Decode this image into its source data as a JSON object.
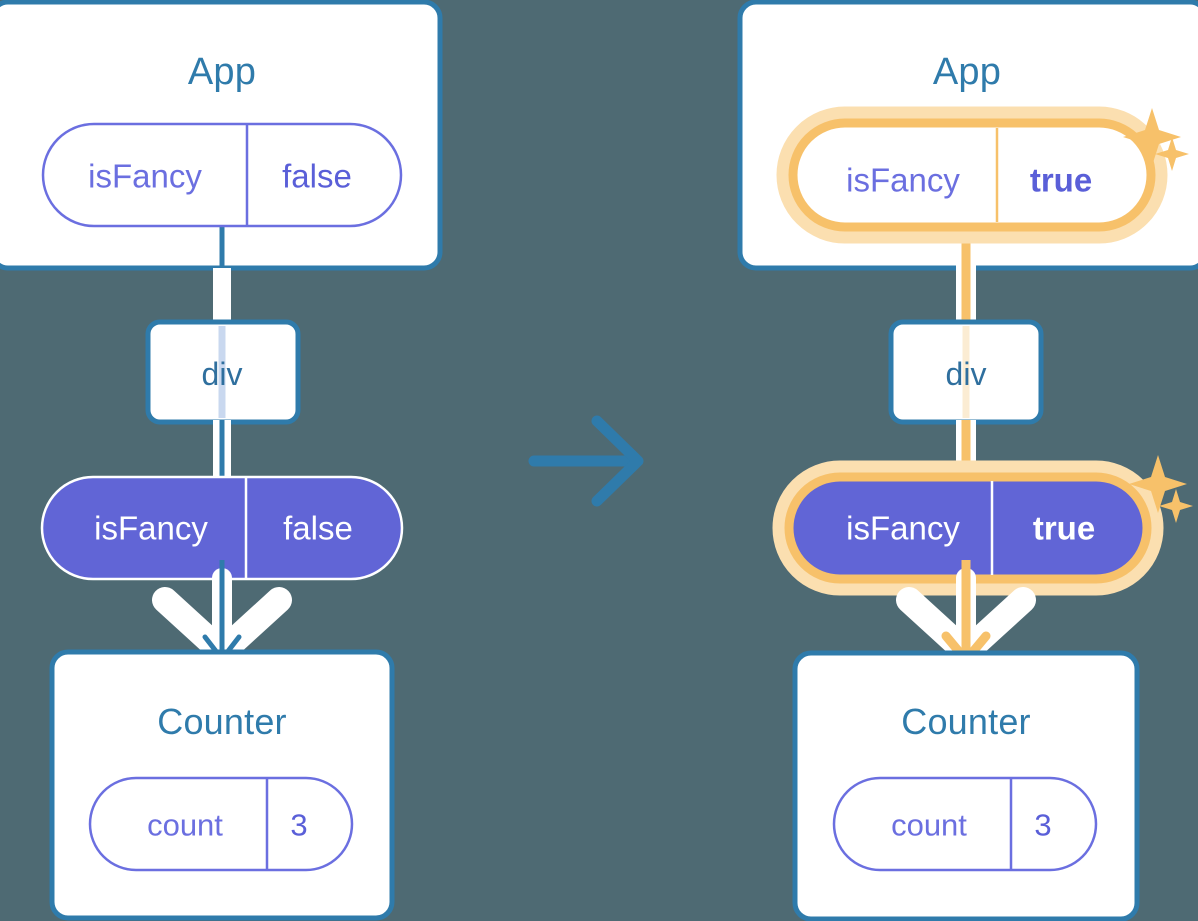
{
  "meta": {
    "background_color": "#4e6a73",
    "accent_blue": "#2f7bab",
    "purple": "#6165d6",
    "purple_text": "#6b6fe0",
    "highlight_orange": "#f7c16a",
    "highlight_orange_soft": "#fbdfb0",
    "white": "#ffffff"
  },
  "transition_arrow": {
    "icon": "arrow-right-icon",
    "color": "#2f7bab"
  },
  "panels": [
    {
      "id": "before",
      "app": {
        "title": "App",
        "state_pill": {
          "key": "isFancy",
          "value": "false",
          "style": "outline",
          "highlighted": false,
          "value_bold": false
        }
      },
      "div_node": {
        "label": "div"
      },
      "prop_pill": {
        "key": "isFancy",
        "value": "false",
        "style": "filled",
        "highlighted": false,
        "value_bold": false
      },
      "counter": {
        "title": "Counter",
        "state_pill": {
          "key": "count",
          "value": "3",
          "style": "outline",
          "highlighted": false
        }
      },
      "sparkles": false
    },
    {
      "id": "after",
      "app": {
        "title": "App",
        "state_pill": {
          "key": "isFancy",
          "value": "true",
          "style": "outline",
          "highlighted": true,
          "value_bold": true
        }
      },
      "div_node": {
        "label": "div"
      },
      "prop_pill": {
        "key": "isFancy",
        "value": "true",
        "style": "filled",
        "highlighted": true,
        "value_bold": true
      },
      "counter": {
        "title": "Counter",
        "state_pill": {
          "key": "count",
          "value": "3",
          "style": "outline",
          "highlighted": false
        }
      },
      "sparkles": true
    }
  ]
}
